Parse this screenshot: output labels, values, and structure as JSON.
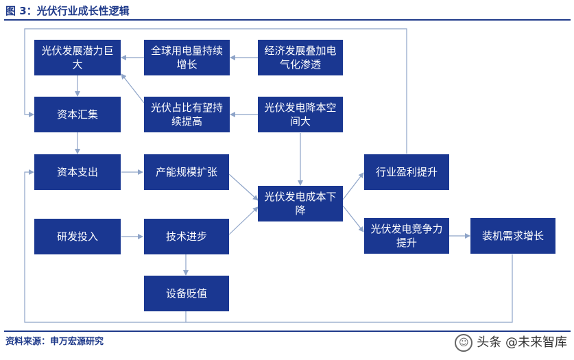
{
  "title": "图 3：光伏行业成长性逻辑",
  "source": "资料来源：申万宏源研究",
  "watermark": "头条 @未来智库",
  "colors": {
    "node_fill": "#1a3791",
    "node_text": "#ffffff",
    "line": "#8ea4c8",
    "title": "#1f3a8a"
  },
  "nodes": {
    "pv_potential": "光伏发展潜力巨大",
    "global_power": "全球用电量持续增长",
    "economy": "经济发展叠加电气化渗透",
    "capital_gather": "资本汇集",
    "pv_share": "光伏占比有望持续提高",
    "cost_space": "光伏发电降本空间大",
    "capex": "资本支出",
    "capacity": "产能规模扩张",
    "cost_down": "光伏发电成本下降",
    "profit": "行业盈利提升",
    "rnd": "研发投入",
    "tech": "技术进步",
    "competitive": "光伏发电竞争力提升",
    "install": "装机需求增长",
    "depreciation": "设备贬值"
  }
}
